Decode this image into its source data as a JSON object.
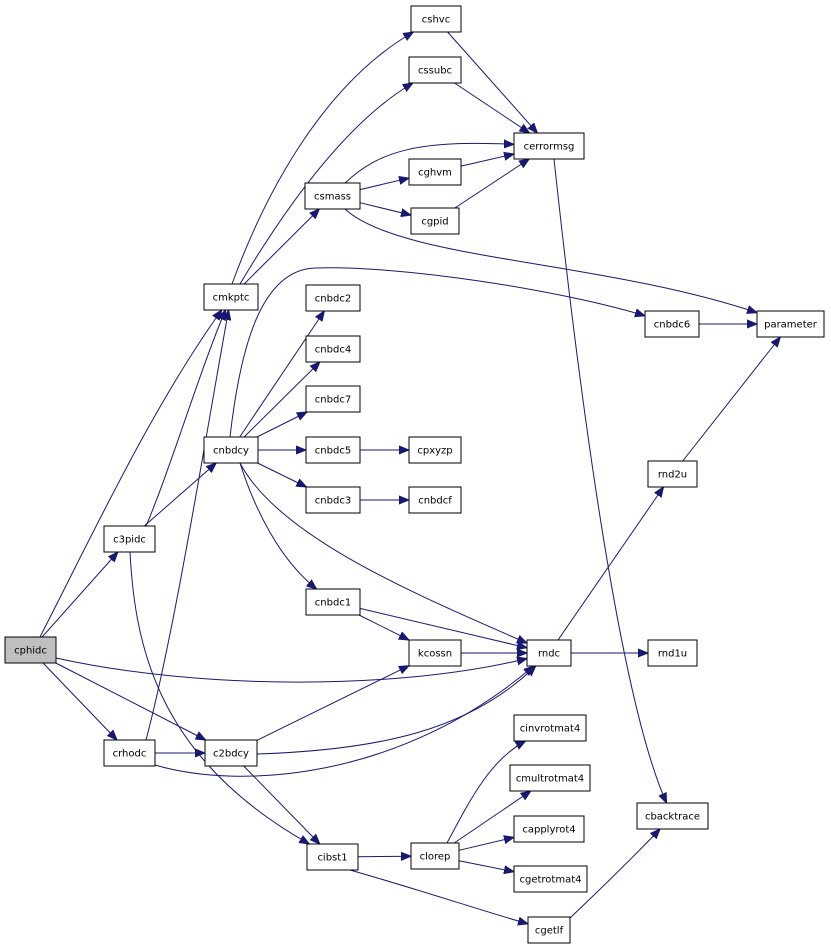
{
  "graph": {
    "root": "cphidc",
    "nodes": [
      {
        "id": "cphidc",
        "label": "cphidc"
      },
      {
        "id": "c2bdcy",
        "label": "c2bdcy"
      },
      {
        "id": "c3pidc",
        "label": "c3pidc"
      },
      {
        "id": "cmkptc",
        "label": "cmkptc"
      },
      {
        "id": "crhodc",
        "label": "crhodc"
      },
      {
        "id": "rndc",
        "label": "rndc"
      },
      {
        "id": "cibst1",
        "label": "cibst1"
      },
      {
        "id": "kcossn",
        "label": "kcossn"
      },
      {
        "id": "cnbdcy",
        "label": "cnbdcy"
      },
      {
        "id": "cshvc",
        "label": "cshvc"
      },
      {
        "id": "cssubc",
        "label": "cssubc"
      },
      {
        "id": "csmass",
        "label": "csmass"
      },
      {
        "id": "cerrormsg",
        "label": "cerrormsg"
      },
      {
        "id": "cghvm",
        "label": "cghvm"
      },
      {
        "id": "cgpid",
        "label": "cgpid"
      },
      {
        "id": "parameter",
        "label": "parameter"
      },
      {
        "id": "cnbdc6",
        "label": "cnbdc6"
      },
      {
        "id": "cnbdc2",
        "label": "cnbdc2"
      },
      {
        "id": "cnbdc4",
        "label": "cnbdc4"
      },
      {
        "id": "cnbdc7",
        "label": "cnbdc7"
      },
      {
        "id": "cnbdc5",
        "label": "cnbdc5"
      },
      {
        "id": "cpxyzp",
        "label": "cpxyzp"
      },
      {
        "id": "cnbdc3",
        "label": "cnbdc3"
      },
      {
        "id": "cnbdcf",
        "label": "cnbdcf"
      },
      {
        "id": "cnbdc1",
        "label": "cnbdc1"
      },
      {
        "id": "rnd2u",
        "label": "rnd2u"
      },
      {
        "id": "rnd1u",
        "label": "rnd1u"
      },
      {
        "id": "cinvrotmat4",
        "label": "cinvrotmat4"
      },
      {
        "id": "cmultrotmat4",
        "label": "cmultrotmat4"
      },
      {
        "id": "capplyrot4",
        "label": "capplyrot4"
      },
      {
        "id": "cgetrotmat4",
        "label": "cgetrotmat4"
      },
      {
        "id": "clorep",
        "label": "clorep"
      },
      {
        "id": "cgetlf",
        "label": "cgetlf"
      },
      {
        "id": "cbacktrace",
        "label": "cbacktrace"
      }
    ],
    "edges": [
      {
        "from": "cphidc",
        "to": "cmkptc"
      },
      {
        "from": "cphidc",
        "to": "c3pidc"
      },
      {
        "from": "cphidc",
        "to": "rndc"
      },
      {
        "from": "cphidc",
        "to": "crhodc"
      },
      {
        "from": "cphidc",
        "to": "c2bdcy"
      },
      {
        "from": "c3pidc",
        "to": "cmkptc"
      },
      {
        "from": "c3pidc",
        "to": "cnbdcy"
      },
      {
        "from": "c3pidc",
        "to": "cibst1"
      },
      {
        "from": "crhodc",
        "to": "cmkptc"
      },
      {
        "from": "crhodc",
        "to": "c2bdcy"
      },
      {
        "from": "crhodc",
        "to": "rndc"
      },
      {
        "from": "cmkptc",
        "to": "cshvc"
      },
      {
        "from": "cmkptc",
        "to": "cssubc"
      },
      {
        "from": "cmkptc",
        "to": "csmass"
      },
      {
        "from": "cshvc",
        "to": "cerrormsg"
      },
      {
        "from": "cssubc",
        "to": "cerrormsg"
      },
      {
        "from": "csmass",
        "to": "cerrormsg"
      },
      {
        "from": "csmass",
        "to": "cghvm"
      },
      {
        "from": "csmass",
        "to": "cgpid"
      },
      {
        "from": "csmass",
        "to": "parameter"
      },
      {
        "from": "cghvm",
        "to": "cerrormsg"
      },
      {
        "from": "cgpid",
        "to": "cerrormsg"
      },
      {
        "from": "cerrormsg",
        "to": "cbacktrace"
      },
      {
        "from": "cnbdcy",
        "to": "cnbdc6"
      },
      {
        "from": "cnbdcy",
        "to": "cnbdc2"
      },
      {
        "from": "cnbdcy",
        "to": "cnbdc4"
      },
      {
        "from": "cnbdcy",
        "to": "cnbdc7"
      },
      {
        "from": "cnbdcy",
        "to": "cnbdc5"
      },
      {
        "from": "cnbdcy",
        "to": "cnbdc3"
      },
      {
        "from": "cnbdcy",
        "to": "cnbdc1"
      },
      {
        "from": "cnbdcy",
        "to": "rndc"
      },
      {
        "from": "cnbdc6",
        "to": "parameter"
      },
      {
        "from": "cnbdc5",
        "to": "cpxyzp"
      },
      {
        "from": "cnbdc3",
        "to": "cnbdcf"
      },
      {
        "from": "cnbdc1",
        "to": "kcossn"
      },
      {
        "from": "cnbdc1",
        "to": "rndc"
      },
      {
        "from": "kcossn",
        "to": "rndc"
      },
      {
        "from": "c2bdcy",
        "to": "kcossn"
      },
      {
        "from": "c2bdcy",
        "to": "rndc"
      },
      {
        "from": "c2bdcy",
        "to": "cibst1"
      },
      {
        "from": "rndc",
        "to": "rnd2u"
      },
      {
        "from": "rndc",
        "to": "rnd1u"
      },
      {
        "from": "rnd2u",
        "to": "parameter"
      },
      {
        "from": "cibst1",
        "to": "clorep"
      },
      {
        "from": "cibst1",
        "to": "cgetlf"
      },
      {
        "from": "clorep",
        "to": "cinvrotmat4"
      },
      {
        "from": "clorep",
        "to": "cmultrotmat4"
      },
      {
        "from": "clorep",
        "to": "capplyrot4"
      },
      {
        "from": "clorep",
        "to": "cgetrotmat4"
      },
      {
        "from": "cgetlf",
        "to": "cbacktrace"
      }
    ]
  }
}
